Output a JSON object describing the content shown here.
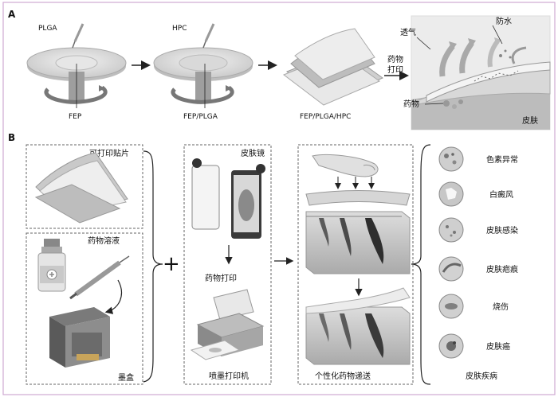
{
  "panel_a": {
    "letter": "A",
    "step1": {
      "pipette": "PLGA",
      "substrate": "FEP"
    },
    "step2": {
      "pipette": "HPC",
      "substrate": "FEP/PLGA"
    },
    "step3": {
      "result": "FEP/PLGA/HPC"
    },
    "print_label": "药物\n打印",
    "breathable": "透气",
    "waterproof": "防水",
    "drug": "药物",
    "skin": "皮肤"
  },
  "panel_b": {
    "letter": "B",
    "printable_patch": "可打印贴片",
    "drug_solution": "药物溶液",
    "ink_cartridge": "墨盒",
    "plus": "+",
    "dermoscope": "皮肤镜",
    "drug_printing": "药物打印",
    "inkjet_printer": "喷墨打印机",
    "personalized_delivery": "个性化药物递送",
    "skin_diseases_title": "皮肤疾病",
    "diseases": [
      "色素异常",
      "白癜风",
      "皮肤感染",
      "皮肤疤痕",
      "烧伤",
      "皮肤癌"
    ]
  }
}
